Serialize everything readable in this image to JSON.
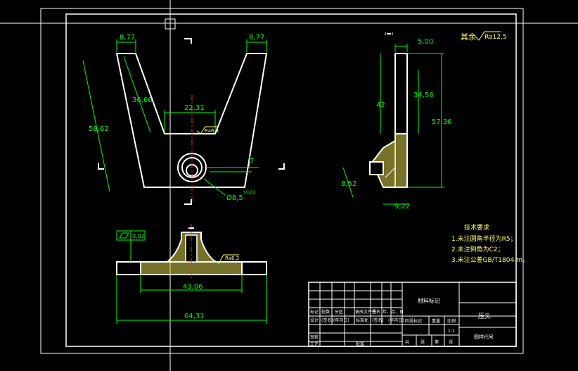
{
  "colors": {
    "background": "#000000",
    "outline": "#ffffff",
    "dimension": "#00ff00",
    "hatch": "#d8cf4a",
    "centerline": "#ff2a2a",
    "text_yellow": "#ffff66",
    "frame": "#ffffff"
  },
  "front_view": {
    "dim_left_top": "8,77",
    "dim_right_top": "8,77",
    "dim_slot_depth": "36,66",
    "dim_overall_height": "58,62",
    "dim_slot_width": "22,31",
    "dim_hole_offset": "7",
    "dim_hole_dia": "Ø8,5",
    "dim_hole_tol": "+0,02",
    "roughness": "Ra6,3"
  },
  "side_view": {
    "dim_thickness": "5,00",
    "dim_42": "42",
    "dim_3456": "34,56",
    "dim_5736": "57,36",
    "dim_852": "8,52",
    "dim_922": "9,22"
  },
  "top_view": {
    "flatness": "0,02",
    "dim_4306": "43,06",
    "dim_6431": "64,31",
    "roughness": "Ra6,3"
  },
  "surface_note": {
    "label": "其余",
    "roughness": "Ra12,5"
  },
  "tech_req": {
    "title": "技术要求",
    "items": [
      "1.未注圆角半径为R5；",
      "2.未注倒角为C2；",
      "3.未注公差GB/T1804-m。"
    ]
  },
  "title_block": {
    "material_label": "材料标记",
    "part_name": "压头",
    "drawing_code": "图样代号",
    "scale": "1:1",
    "row_labels": [
      "标记",
      "处数",
      "分区",
      "更改文件号",
      "签名",
      "年、月、日"
    ],
    "row2_labels": [
      "设计",
      "(签名)",
      "(年月日)",
      "标准化",
      "(签名)",
      "(年月日)"
    ],
    "stage_labels": [
      "阶段标记",
      "重量",
      "比例"
    ],
    "review": "审核",
    "craft": "工艺",
    "approve": "批准",
    "sheet_labels": [
      "共",
      "张",
      "第",
      "张"
    ]
  }
}
